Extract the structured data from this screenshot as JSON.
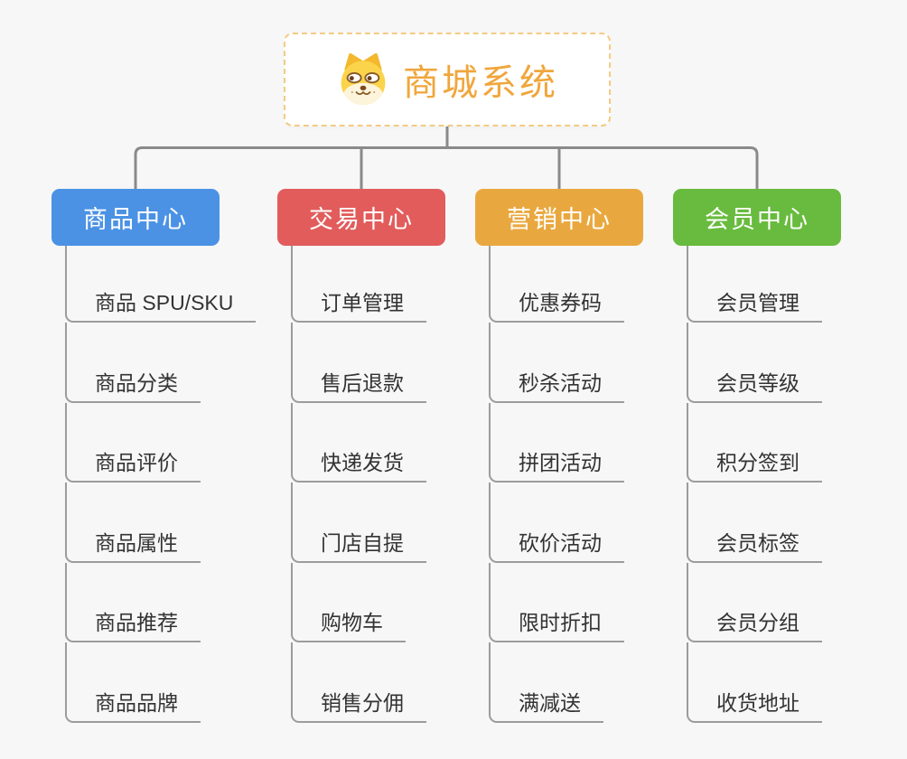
{
  "root": {
    "title": "商城系统",
    "icon": "dog-face-icon"
  },
  "branches": [
    {
      "label": "商品中心",
      "color": "#4b92e5",
      "items": [
        "商品 SPU/SKU",
        "商品分类",
        "商品评价",
        "商品属性",
        "商品推荐",
        "商品品牌"
      ]
    },
    {
      "label": "交易中心",
      "color": "#e25c5c",
      "items": [
        "订单管理",
        "售后退款",
        "快递发货",
        "门店自提",
        "购物车",
        "销售分佣"
      ]
    },
    {
      "label": "营销中心",
      "color": "#e9a83f",
      "items": [
        "优惠券码",
        "秒杀活动",
        "拼团活动",
        "砍价活动",
        "限时折扣",
        "满减送"
      ]
    },
    {
      "label": "会员中心",
      "color": "#68bb3e",
      "items": [
        "会员管理",
        "会员等级",
        "积分签到",
        "会员标签",
        "会员分组",
        "收货地址"
      ]
    }
  ],
  "colors": {
    "background": "#f7f7f7",
    "root_accent": "#f0a63b",
    "root_border": "#f3cb85",
    "connector_line": "#8a8a8a",
    "item_line": "#9c9c9c",
    "item_text": "#333333"
  }
}
